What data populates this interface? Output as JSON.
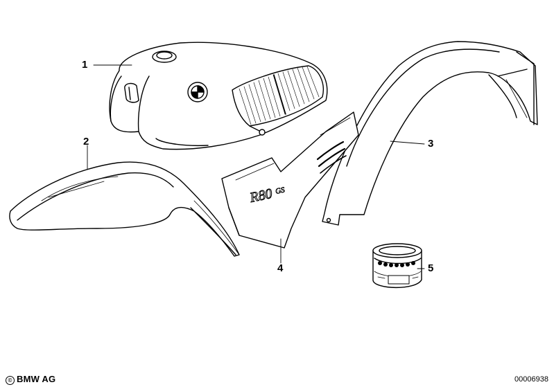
{
  "callouts": [
    {
      "id": "1",
      "label": "1"
    },
    {
      "id": "2",
      "label": "2"
    },
    {
      "id": "3",
      "label": "3"
    },
    {
      "id": "4",
      "label": "4"
    },
    {
      "id": "5",
      "label": "5"
    }
  ],
  "decal_text": "R80GS",
  "decal_main": "R80",
  "decal_sub": "GS",
  "footer": {
    "copyright_symbol": "©",
    "brand": "BMW AG",
    "drawing_number": "00006938"
  }
}
